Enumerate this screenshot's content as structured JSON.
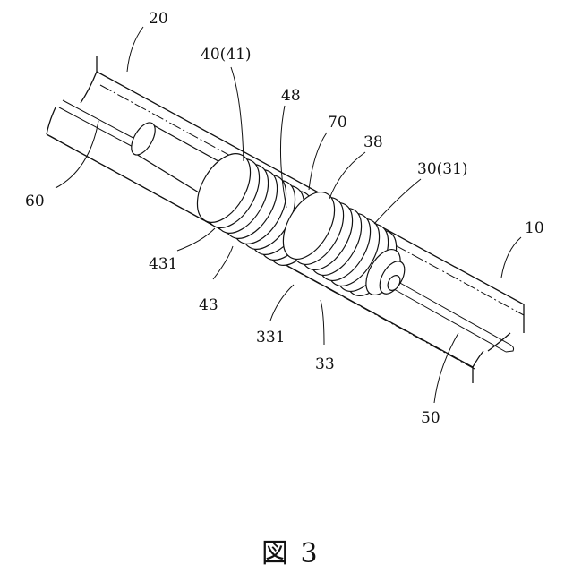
{
  "figure": {
    "caption": "図 3",
    "labels": {
      "l20": "20",
      "l40": "40(41)",
      "l48": "48",
      "l70": "70",
      "l38": "38",
      "l30": "30(31)",
      "l10": "10",
      "l60": "60",
      "l431": "431",
      "l43": "43",
      "l331": "331",
      "l33": "33",
      "l50": "50"
    }
  }
}
